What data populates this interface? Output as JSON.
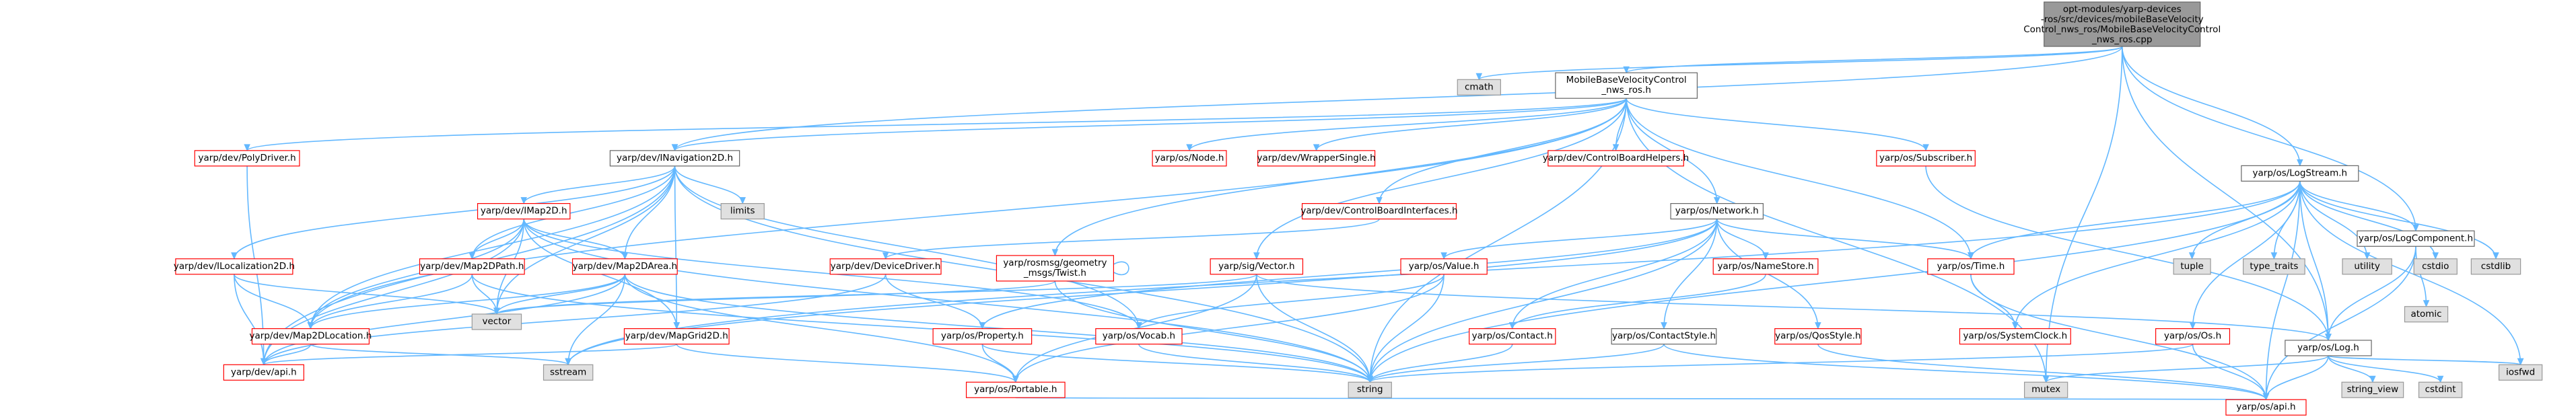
{
  "diagram": {
    "nodes": [
      {
        "id": "root",
        "lines": [
          "opt-modules/yarp-devices",
          "-ros/src/devices/mobileBaseVelocity",
          "Control_nws_ros/MobileBaseVelocityControl",
          "_nws_ros.cpp"
        ],
        "kind": "root"
      },
      {
        "id": "cmath",
        "lines": [
          "cmath"
        ],
        "kind": "std"
      },
      {
        "id": "mbvc_h",
        "lines": [
          "MobileBaseVelocityControl",
          "_nws_ros.h"
        ],
        "kind": "plain"
      },
      {
        "id": "logstream",
        "lines": [
          "yarp/os/LogStream.h"
        ],
        "kind": "plain"
      },
      {
        "id": "logcomponent",
        "lines": [
          "yarp/os/LogComponent.h"
        ],
        "kind": "plain"
      },
      {
        "id": "polydriver",
        "lines": [
          "yarp/dev/PolyDriver.h"
        ],
        "kind": "red"
      },
      {
        "id": "inav2d",
        "lines": [
          "yarp/dev/INavigation2D.h"
        ],
        "kind": "plain"
      },
      {
        "id": "node",
        "lines": [
          "yarp/os/Node.h"
        ],
        "kind": "red"
      },
      {
        "id": "wrappersingle",
        "lines": [
          "yarp/dev/WrapperSingle.h"
        ],
        "kind": "red"
      },
      {
        "id": "cbhelpers",
        "lines": [
          "yarp/dev/ControlBoardHelpers.h"
        ],
        "kind": "red"
      },
      {
        "id": "subscriber",
        "lines": [
          "yarp/os/Subscriber.h"
        ],
        "kind": "red"
      },
      {
        "id": "network",
        "lines": [
          "yarp/os/Network.h"
        ],
        "kind": "plain"
      },
      {
        "id": "cbinterfaces",
        "lines": [
          "yarp/dev/ControlBoardInterfaces.h"
        ],
        "kind": "red"
      },
      {
        "id": "imap2d",
        "lines": [
          "yarp/dev/IMap2D.h"
        ],
        "kind": "red"
      },
      {
        "id": "limits",
        "lines": [
          "limits"
        ],
        "kind": "std"
      },
      {
        "id": "ilocalization2d",
        "lines": [
          "yarp/dev/ILocalization2D.h"
        ],
        "kind": "red"
      },
      {
        "id": "map2dpath",
        "lines": [
          "yarp/dev/Map2DPath.h"
        ],
        "kind": "red"
      },
      {
        "id": "map2darea",
        "lines": [
          "yarp/dev/Map2DArea.h"
        ],
        "kind": "red"
      },
      {
        "id": "devicedriver",
        "lines": [
          "yarp/dev/DeviceDriver.h"
        ],
        "kind": "red"
      },
      {
        "id": "twist",
        "lines": [
          "yarp/rosmsg/geometry",
          "_msgs/Twist.h"
        ],
        "kind": "red"
      },
      {
        "id": "sigvector",
        "lines": [
          "yarp/sig/Vector.h"
        ],
        "kind": "red"
      },
      {
        "id": "value",
        "lines": [
          "yarp/os/Value.h"
        ],
        "kind": "red"
      },
      {
        "id": "namestore",
        "lines": [
          "yarp/os/NameStore.h"
        ],
        "kind": "red"
      },
      {
        "id": "ostime",
        "lines": [
          "yarp/os/Time.h"
        ],
        "kind": "red"
      },
      {
        "id": "tuple",
        "lines": [
          "tuple"
        ],
        "kind": "std"
      },
      {
        "id": "type_traits",
        "lines": [
          "type_traits"
        ],
        "kind": "std"
      },
      {
        "id": "utility",
        "lines": [
          "utility"
        ],
        "kind": "std"
      },
      {
        "id": "cstdio",
        "lines": [
          "cstdio"
        ],
        "kind": "std"
      },
      {
        "id": "cstdlib",
        "lines": [
          "cstdlib"
        ],
        "kind": "std"
      },
      {
        "id": "map2dlocation",
        "lines": [
          "yarp/dev/Map2DLocation.h"
        ],
        "kind": "red"
      },
      {
        "id": "vector",
        "lines": [
          "vector"
        ],
        "kind": "std"
      },
      {
        "id": "mapgrid2d",
        "lines": [
          "yarp/dev/MapGrid2D.h"
        ],
        "kind": "red"
      },
      {
        "id": "property",
        "lines": [
          "yarp/os/Property.h"
        ],
        "kind": "red"
      },
      {
        "id": "vocab",
        "lines": [
          "yarp/os/Vocab.h"
        ],
        "kind": "red"
      },
      {
        "id": "contact",
        "lines": [
          "yarp/os/Contact.h"
        ],
        "kind": "red"
      },
      {
        "id": "contactstyle",
        "lines": [
          "yarp/os/ContactStyle.h"
        ],
        "kind": "plain"
      },
      {
        "id": "qosstyle",
        "lines": [
          "yarp/os/QosStyle.h"
        ],
        "kind": "red"
      },
      {
        "id": "systemclock",
        "lines": [
          "yarp/os/SystemClock.h"
        ],
        "kind": "red"
      },
      {
        "id": "osos",
        "lines": [
          "yarp/os/Os.h"
        ],
        "kind": "red"
      },
      {
        "id": "oslog",
        "lines": [
          "yarp/os/Log.h"
        ],
        "kind": "plain"
      },
      {
        "id": "atomic",
        "lines": [
          "atomic"
        ],
        "kind": "std"
      },
      {
        "id": "devapi",
        "lines": [
          "yarp/dev/api.h"
        ],
        "kind": "red"
      },
      {
        "id": "sstream",
        "lines": [
          "sstream"
        ],
        "kind": "std"
      },
      {
        "id": "portable",
        "lines": [
          "yarp/os/Portable.h"
        ],
        "kind": "red"
      },
      {
        "id": "string",
        "lines": [
          "string"
        ],
        "kind": "std"
      },
      {
        "id": "mutex",
        "lines": [
          "mutex"
        ],
        "kind": "std"
      },
      {
        "id": "string_view",
        "lines": [
          "string_view"
        ],
        "kind": "std"
      },
      {
        "id": "cstdint",
        "lines": [
          "cstdint"
        ],
        "kind": "std"
      },
      {
        "id": "iosfwd",
        "lines": [
          "iosfwd"
        ],
        "kind": "std"
      },
      {
        "id": "osapi",
        "lines": [
          "yarp/os/api.h"
        ],
        "kind": "red"
      }
    ],
    "edges": [
      [
        "root",
        "cmath"
      ],
      [
        "root",
        "mbvc_h"
      ],
      [
        "root",
        "logstream"
      ],
      [
        "root",
        "logcomponent"
      ],
      [
        "root",
        "inav2d"
      ],
      [
        "root",
        "oslog"
      ],
      [
        "root",
        "mutex"
      ],
      [
        "mbvc_h",
        "polydriver"
      ],
      [
        "mbvc_h",
        "inav2d"
      ],
      [
        "mbvc_h",
        "node"
      ],
      [
        "mbvc_h",
        "wrappersingle"
      ],
      [
        "mbvc_h",
        "cbhelpers"
      ],
      [
        "mbvc_h",
        "subscriber"
      ],
      [
        "mbvc_h",
        "network"
      ],
      [
        "mbvc_h",
        "cbinterfaces"
      ],
      [
        "mbvc_h",
        "twist"
      ],
      [
        "mbvc_h",
        "sigvector"
      ],
      [
        "mbvc_h",
        "ostime"
      ],
      [
        "mbvc_h",
        "string"
      ],
      [
        "mbvc_h",
        "mutex"
      ],
      [
        "mbvc_h",
        "map2dlocation"
      ],
      [
        "polydriver",
        "devapi"
      ],
      [
        "inav2d",
        "imap2d"
      ],
      [
        "inav2d",
        "limits"
      ],
      [
        "inav2d",
        "ilocalization2d"
      ],
      [
        "inav2d",
        "map2dpath"
      ],
      [
        "inav2d",
        "map2darea"
      ],
      [
        "inav2d",
        "map2dlocation"
      ],
      [
        "inav2d",
        "mapgrid2d"
      ],
      [
        "inav2d",
        "vector"
      ],
      [
        "inav2d",
        "vocab"
      ],
      [
        "inav2d",
        "devapi"
      ],
      [
        "inav2d",
        "string"
      ],
      [
        "imap2d",
        "map2dpath"
      ],
      [
        "imap2d",
        "map2darea"
      ],
      [
        "imap2d",
        "map2dlocation"
      ],
      [
        "imap2d",
        "mapgrid2d"
      ],
      [
        "imap2d",
        "vector"
      ],
      [
        "imap2d",
        "vocab"
      ],
      [
        "imap2d",
        "devapi"
      ],
      [
        "imap2d",
        "string"
      ],
      [
        "ilocalization2d",
        "map2dlocation"
      ],
      [
        "ilocalization2d",
        "vector"
      ],
      [
        "ilocalization2d",
        "devapi"
      ],
      [
        "map2dpath",
        "map2dlocation"
      ],
      [
        "map2dpath",
        "vector"
      ],
      [
        "map2dpath",
        "string"
      ],
      [
        "map2darea",
        "map2dlocation"
      ],
      [
        "map2darea",
        "vector"
      ],
      [
        "map2darea",
        "sstream"
      ],
      [
        "map2darea",
        "devapi"
      ],
      [
        "map2darea",
        "portable"
      ],
      [
        "map2darea",
        "string"
      ],
      [
        "cbinterfaces",
        "devicedriver"
      ],
      [
        "devicedriver",
        "property"
      ],
      [
        "devicedriver",
        "devapi"
      ],
      [
        "twist",
        "twist"
      ],
      [
        "twist",
        "vector"
      ],
      [
        "twist",
        "string"
      ],
      [
        "sigvector",
        "vector"
      ],
      [
        "sigvector",
        "portable"
      ],
      [
        "sigvector",
        "string"
      ],
      [
        "sigvector",
        "oslog"
      ],
      [
        "network",
        "value"
      ],
      [
        "network",
        "namestore"
      ],
      [
        "network",
        "ostime"
      ],
      [
        "network",
        "contact"
      ],
      [
        "network",
        "contactstyle"
      ],
      [
        "network",
        "qosstyle"
      ],
      [
        "network",
        "property"
      ],
      [
        "network",
        "string"
      ],
      [
        "network",
        "sstream"
      ],
      [
        "value",
        "vocab"
      ],
      [
        "value",
        "portable"
      ],
      [
        "value",
        "string"
      ],
      [
        "namestore",
        "contact"
      ],
      [
        "ostime",
        "systemclock"
      ],
      [
        "ostime",
        "osapi"
      ],
      [
        "subscriber",
        "oslog"
      ],
      [
        "logstream",
        "tuple"
      ],
      [
        "logstream",
        "type_traits"
      ],
      [
        "logstream",
        "utility"
      ],
      [
        "logstream",
        "cstdio"
      ],
      [
        "logstream",
        "cstdlib"
      ],
      [
        "logstream",
        "logcomponent"
      ],
      [
        "logstream",
        "oslog"
      ],
      [
        "logstream",
        "osos"
      ],
      [
        "logstream",
        "systemclock"
      ],
      [
        "logstream",
        "ostime"
      ],
      [
        "logstream",
        "string"
      ],
      [
        "logstream",
        "sstream"
      ],
      [
        "logstream",
        "iosfwd"
      ],
      [
        "logstream",
        "osapi"
      ],
      [
        "logcomponent",
        "atomic"
      ],
      [
        "logcomponent",
        "oslog"
      ],
      [
        "logcomponent",
        "osapi"
      ],
      [
        "map2dlocation",
        "sstream"
      ],
      [
        "map2dlocation",
        "devapi"
      ],
      [
        "mapgrid2d",
        "portable"
      ],
      [
        "mapgrid2d",
        "devapi"
      ],
      [
        "property",
        "portable"
      ],
      [
        "property",
        "string"
      ],
      [
        "vocab",
        "string"
      ],
      [
        "contact",
        "string"
      ],
      [
        "contactstyle",
        "string"
      ],
      [
        "contactstyle",
        "osapi"
      ],
      [
        "qosstyle",
        "osapi"
      ],
      [
        "osos",
        "string"
      ],
      [
        "osos",
        "osapi"
      ],
      [
        "oslog",
        "string_view"
      ],
      [
        "oslog",
        "cstdint"
      ],
      [
        "oslog",
        "iosfwd"
      ],
      [
        "oslog",
        "mutex"
      ],
      [
        "oslog",
        "osapi"
      ],
      [
        "portable",
        "osapi"
      ]
    ]
  }
}
